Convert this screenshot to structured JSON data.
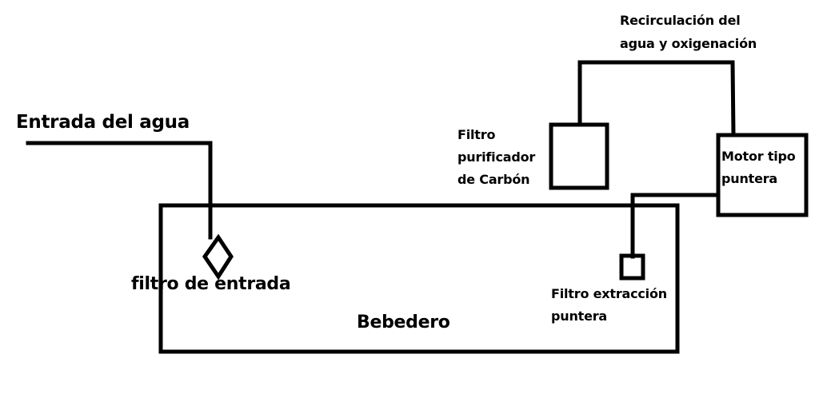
{
  "diagram": {
    "title": "",
    "colors": {
      "stroke": "#000000",
      "background": "#ffffff",
      "text": "#000000"
    },
    "labels": {
      "water_inlet": "Entrada del agua",
      "inlet_filter": "filtro de entrada",
      "trough": "Bebedero",
      "carbon_filter_line1": "Filtro",
      "carbon_filter_line2": "purificador",
      "carbon_filter_line3": "de Carbón",
      "recirculation_line1": "Recirculación del",
      "recirculation_line2": "agua y oxigenación",
      "motor_line1": "Motor tipo",
      "motor_line2": "puntera",
      "extraction_filter_line1": "Filtro extracción",
      "extraction_filter_line2": "puntera"
    },
    "nodes": [
      {
        "id": "water-inlet",
        "label": "Entrada del agua",
        "shape": "line"
      },
      {
        "id": "inlet-filter",
        "label": "filtro de entrada",
        "shape": "diamond"
      },
      {
        "id": "trough",
        "label": "Bebedero",
        "shape": "rectangle"
      },
      {
        "id": "carbon-filter",
        "label": "Filtro purificador de Carbón",
        "shape": "rectangle"
      },
      {
        "id": "motor",
        "label": "Motor tipo puntera",
        "shape": "rectangle"
      },
      {
        "id": "extraction-filter",
        "label": "Filtro extracción puntera",
        "shape": "square"
      }
    ],
    "edges": [
      {
        "from": "water-inlet",
        "to": "inlet-filter"
      },
      {
        "from": "extraction-filter",
        "to": "motor"
      },
      {
        "from": "motor",
        "to": "carbon-filter",
        "label": "Recirculación del agua y oxigenación"
      }
    ]
  }
}
